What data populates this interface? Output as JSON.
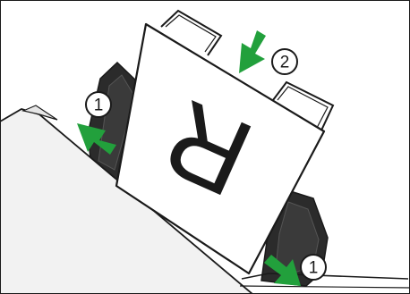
{
  "figure": {
    "paper_letter": "R",
    "steps": [
      {
        "number": "1",
        "id": "guide-left"
      },
      {
        "number": "2",
        "id": "load-paper"
      },
      {
        "number": "1",
        "id": "guide-right"
      }
    ]
  },
  "colors": {
    "arrow": "#22a03c",
    "line": "#1a1a1a",
    "paper": "#ffffff",
    "tray": "#f2f2f2",
    "background": "#ffffff"
  }
}
